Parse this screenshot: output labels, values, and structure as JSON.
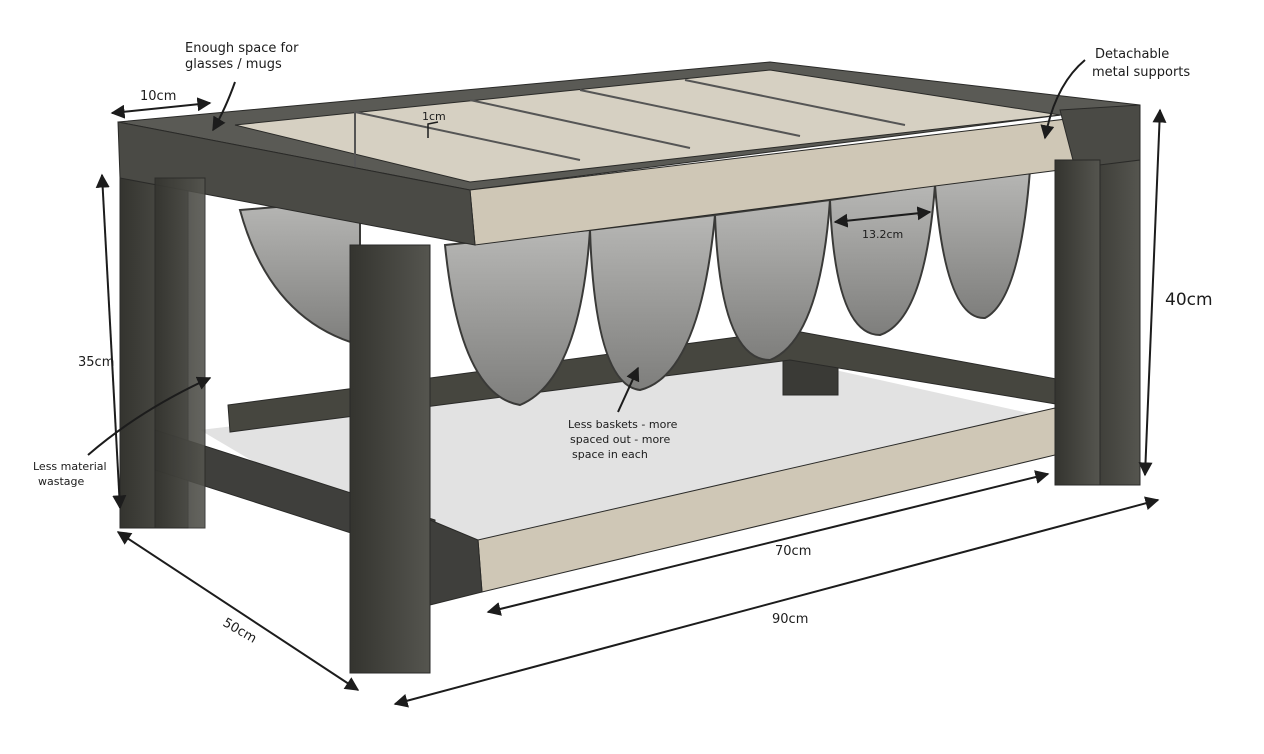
{
  "annotations": {
    "top_width": "10cm",
    "slot_gap": "1cm",
    "glasses_note": [
      "Enough space for",
      "glasses / mugs"
    ],
    "supports_note": [
      "Detachable",
      "metal supports"
    ],
    "basket_width": "13.2cm",
    "total_height": "40cm",
    "leg_height": "35cm",
    "material_note": [
      "Less material",
      "wastage"
    ],
    "baskets_note": [
      "Less baskets - more",
      "spaced out - more",
      "space in each"
    ],
    "inner_length": "70cm",
    "total_length": "90cm",
    "depth": "50cm"
  },
  "colors": {
    "frame_dark": "#3f3f3c",
    "frame_mid": "#55554f",
    "rail_beige": "#cfc7b6",
    "basket_grey": "#9b9b99",
    "shadow": "#d9d9d9",
    "ink": "#1c1c1c"
  }
}
